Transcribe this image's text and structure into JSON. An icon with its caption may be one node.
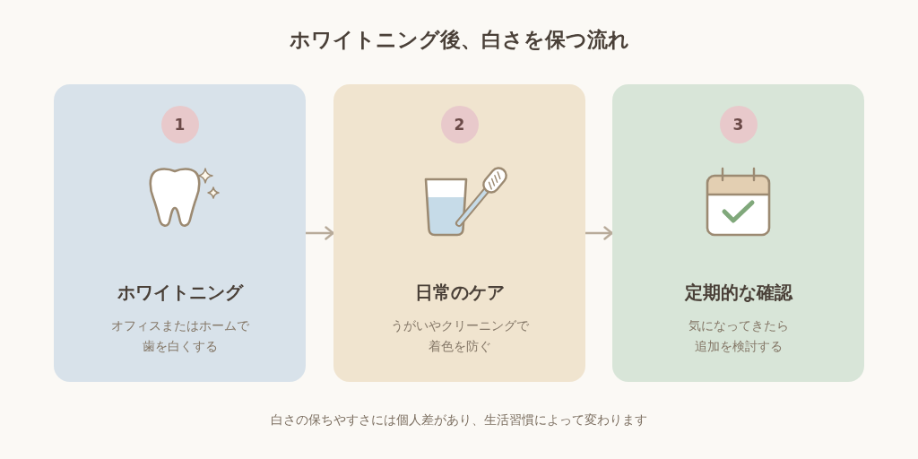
{
  "diagram": {
    "title": "ホワイトニング後、白さを保つ流れ",
    "nodes": [
      {
        "text": [
          "ホワイトニング",
          "オフィスまたはホームで歯を白くする"
        ]
      },
      {
        "text": [
          "1"
        ],
        "in": 0
      },
      {
        "text": [
          "日常のケア",
          "うがいやクリーニングで着色を防ぐ"
        ]
      },
      {
        "text": [
          "2"
        ],
        "in": 2
      },
      {
        "text": [
          "定期的な確認",
          "気になってきたら追加を検討する"
        ]
      },
      {
        "text": [
          "3"
        ],
        "in": 4
      }
    ],
    "edges": [
      {
        "from": 0,
        "to": 2,
        "arrow": "to"
      },
      {
        "from": 2,
        "to": 4,
        "arrow": "to"
      }
    ],
    "caption": "白さの保ちやすさには個人差があり、生活習慣によって変わります"
  }
}
